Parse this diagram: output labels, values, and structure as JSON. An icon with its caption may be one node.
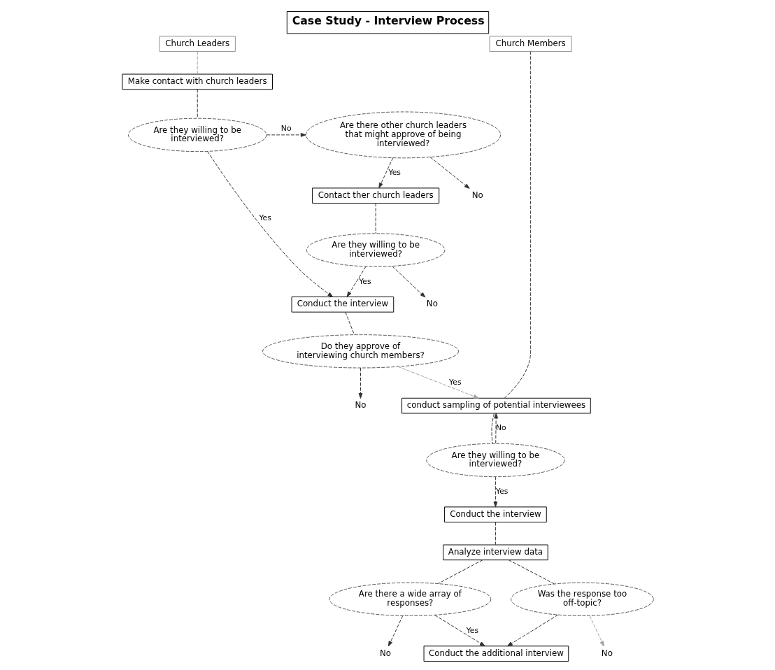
{
  "diagram": {
    "title": "Case Study - Interview Process",
    "nodes": [
      {
        "text": [
          "Church Leaders"
        ]
      },
      {
        "text": [
          "Make contact with church leaders"
        ]
      },
      {
        "text": [
          "Are they willing to be interviewed?"
        ]
      },
      {
        "text": [
          "Are there other church leaders that might approve of being interviewed?"
        ]
      },
      {
        "text": [
          "No"
        ]
      },
      {
        "text": [
          "Contact ther church leaders"
        ]
      },
      {
        "text": [
          "Are they willing to be interviewed?"
        ]
      },
      {
        "text": [
          "No"
        ]
      },
      {
        "text": [
          "Conduct the interview"
        ]
      },
      {
        "text": [
          "Do they approve of interviewing church members?"
        ]
      },
      {
        "text": [
          "No"
        ]
      },
      {
        "text": [
          "Church Members"
        ]
      },
      {
        "text": [
          "conduct sampling of potential interviewees"
        ]
      },
      {
        "text": [
          "Are they willing to be interviewed?"
        ]
      },
      {
        "text": [
          "Conduct the interview"
        ]
      },
      {
        "text": [
          "Analyze interview data"
        ]
      },
      {
        "text": [
          "Are there a wide array of responses?"
        ]
      },
      {
        "text": [
          "Was the response too off-topic?"
        ]
      },
      {
        "text": [
          "No"
        ]
      },
      {
        "text": [
          "No"
        ]
      },
      {
        "text": [
          "Conduct the additional interview"
        ]
      }
    ],
    "edges": [
      {
        "from": 0,
        "to": 1,
        "arrow": "none",
        "style": "dashed",
        "color": "#a0a0a0"
      },
      {
        "from": 1,
        "to": 2,
        "arrow": "none",
        "style": "dashed"
      },
      {
        "from": 2,
        "to": 3,
        "arrow": "to",
        "label": "No",
        "style": "dashed"
      },
      {
        "from": 3,
        "to": 4,
        "arrow": "to",
        "style": "dashed"
      },
      {
        "from": 3,
        "to": 5,
        "arrow": "to",
        "label": "Yes",
        "style": "dashed"
      },
      {
        "from": 2,
        "to": 8,
        "arrow": "to",
        "label": "Yes",
        "style": "dashed"
      },
      {
        "from": 5,
        "to": 6,
        "arrow": "none",
        "style": "dashed"
      },
      {
        "from": 6,
        "to": 7,
        "arrow": "to",
        "style": "dashed"
      },
      {
        "from": 6,
        "to": 8,
        "arrow": "to",
        "label": "Yes",
        "style": "dashed"
      },
      {
        "from": 8,
        "to": 9,
        "arrow": "none",
        "style": "dashed"
      },
      {
        "from": 9,
        "to": 10,
        "arrow": "to",
        "style": "dashed"
      },
      {
        "from": 9,
        "to": 12,
        "arrow": "to",
        "label": "Yes",
        "style": "dashed",
        "color": "#a0a0a0"
      },
      {
        "from": 11,
        "to": 12,
        "arrow": "none",
        "style": "dashed"
      },
      {
        "from": 12,
        "to": 13,
        "arrow": "none",
        "style": "dashed"
      },
      {
        "from": 13,
        "to": 12,
        "arrow": "to",
        "label": "No",
        "style": "dashed"
      },
      {
        "from": 13,
        "to": 14,
        "arrow": "to",
        "label": "Yes",
        "style": "dashed"
      },
      {
        "from": 14,
        "to": 15,
        "arrow": "none",
        "style": "dashed"
      },
      {
        "from": 15,
        "to": 16,
        "arrow": "none",
        "style": "dashed"
      },
      {
        "from": 15,
        "to": 17,
        "arrow": "none",
        "style": "dashed"
      },
      {
        "from": 16,
        "to": 18,
        "arrow": "to",
        "style": "dashed"
      },
      {
        "from": 16,
        "to": 20,
        "arrow": "to",
        "label": "Yes",
        "style": "dashed"
      },
      {
        "from": 17,
        "to": 20,
        "arrow": "to",
        "style": "dashed"
      },
      {
        "from": 17,
        "to": 19,
        "arrow": "to",
        "style": "dashed",
        "color": "#a0a0a0"
      }
    ]
  }
}
